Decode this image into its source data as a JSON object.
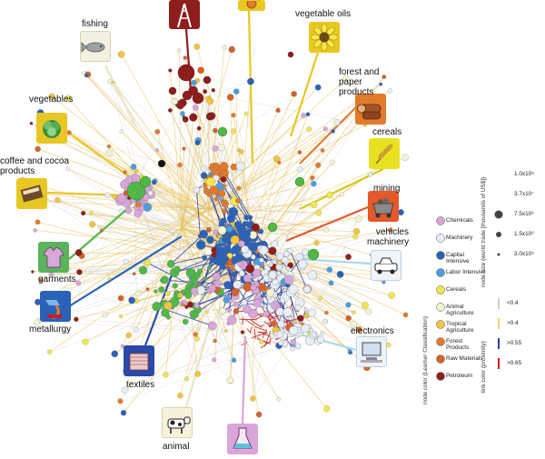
{
  "categories": {
    "fishing": "fishing",
    "vegetable_oils": "vegetable oils",
    "forest_paper": "forest and paper products",
    "vegetables": "vegetables",
    "cereals": "cereals",
    "coffee_cocoa": "coffee and cocoa products",
    "mining": "mining",
    "vehicles": "vehicles machinery",
    "garments": "garments",
    "metallurgy": "metallurgy",
    "electronics": "electronics",
    "textiles": "textiles",
    "animal": "animal"
  },
  "legend": {
    "node_color_title": "node color (Leamer Classification)",
    "node_size_title": "node size (world trade [thousands of US$])",
    "link_color_title": "link color (proximity)",
    "items": [
      {
        "label": "Chemicals",
        "color": "#d9a6d9"
      },
      {
        "label": "Machinery",
        "color": "#e8eef5"
      },
      {
        "label": "Capital Intensive",
        "color": "#2a62b8"
      },
      {
        "label": "Labor Intensive",
        "color": "#4a9edd"
      },
      {
        "label": "Cereals",
        "color": "#f2e64a"
      },
      {
        "label": "Animal Agriculture",
        "color": "#f4f4d0"
      },
      {
        "label": "Tropical Agriculture",
        "color": "#f3c43d"
      },
      {
        "label": "Forest Products",
        "color": "#e27a2c"
      },
      {
        "label": "Raw Materials",
        "color": "#d4622a"
      },
      {
        "label": "Petroleum",
        "color": "#8e1d1d"
      }
    ],
    "sizes": [
      "1.0x10⁸",
      "3.7x10⁷",
      "7.5x10⁶",
      "1.5x10⁶",
      "3.0x10⁵"
    ],
    "links": [
      "<0.4",
      ">0.4",
      ">0.55",
      ">0.65"
    ],
    "link_colors": [
      "#cfcfcf",
      "#f2d36b",
      "#2c3fa0",
      "#c41f1f"
    ]
  },
  "colors": {
    "yellow_link": "#e8c25a",
    "blue_link": "#2c3fa0",
    "red_link": "#c41f1f",
    "green_node": "#4fb847",
    "garments_icon_bg": "#5bb35c",
    "metallurgy_icon_bg": "#2a62b8",
    "textiles_icon_bg": "#2a49a8",
    "chemicals_icon_bg": "#d9a6d9",
    "petroleum_icon_bg": "#8e1d1d",
    "forest_icon_bg": "#e27a2c",
    "mining_icon_bg": "#e4582a",
    "yellow_icon_bg": "#e8c722",
    "light_icon_bg": "#eef4f8"
  },
  "icons": {
    "fishing": "fish-icon",
    "vegetable_oils": "sunflower-icon",
    "forest": "log-icon",
    "vegetables": "lettuce-icon",
    "cereals": "wheat-icon",
    "coffee": "coffee-bag-icon",
    "mining": "mine-cart-icon",
    "vehicles": "car-icon",
    "garments": "garment-icon",
    "metallurgy": "ladle-icon",
    "electronics": "computer-icon",
    "textiles": "fabric-roll-icon",
    "animal": "cow-icon",
    "chemicals": "flask-icon",
    "petroleum": "oil-derrick-icon",
    "top_yellow": "fruit-icon"
  }
}
